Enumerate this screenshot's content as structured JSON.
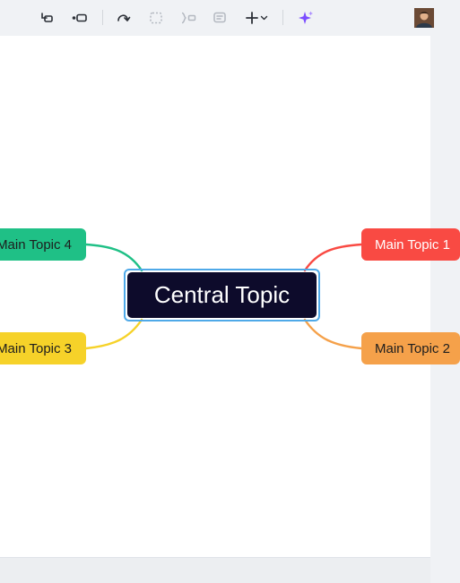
{
  "toolbar": {
    "icons": [
      "insert-subtopic-icon",
      "insert-topic-icon",
      "relationship-icon",
      "boundary-icon",
      "summary-icon",
      "note-icon",
      "add-icon",
      "chevron-down-icon",
      "ai-sparkle-icon",
      "avatar"
    ]
  },
  "map": {
    "central": {
      "label": "Central Topic",
      "color": "#0d0b2b",
      "outline": "#4fa9e8"
    },
    "topics": [
      {
        "id": "1",
        "label": "Main Topic 1",
        "color": "#f94a43",
        "text_color": "#ffffff"
      },
      {
        "id": "2",
        "label": "Main Topic 2",
        "color": "#f5a14a",
        "text_color": "#1e1e1e"
      },
      {
        "id": "3",
        "label": "Main Topic 3",
        "color": "#f6d229",
        "text_color": "#1e1e1e"
      },
      {
        "id": "4",
        "label": "Main Topic 4",
        "color": "#1fc086",
        "text_color": "#1e1e1e"
      }
    ]
  },
  "colors": {
    "toolbar_bg": "#f0f2f5",
    "canvas_bg": "#ffffff",
    "icon": "#2b2f36",
    "icon_disabled": "#b3b8c0",
    "ai_accent": "#7b4dff"
  }
}
